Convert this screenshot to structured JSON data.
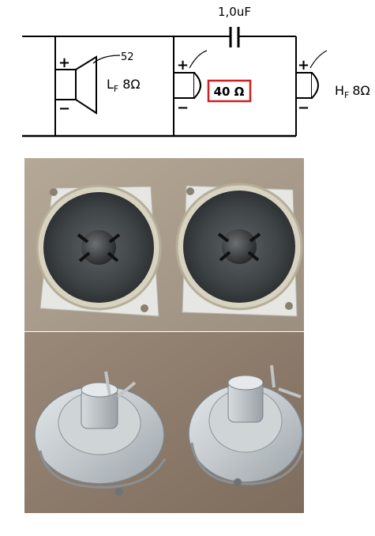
{
  "schematic": {
    "capacitor_label": "1,0uF",
    "woofer": {
      "part_number": "52",
      "label_main": "L",
      "label_sub": "F",
      "impedance": "8Ω",
      "plus": "+",
      "minus": "−"
    },
    "midrange": {
      "impedance": "40 Ω",
      "highlight_color": "#d0201f",
      "plus": "+",
      "minus": "−"
    },
    "tweeter": {
      "label_main": "H",
      "label_sub": "F",
      "impedance": "8Ω",
      "plus": "+",
      "minus": "−"
    }
  },
  "photos": {
    "front": {
      "count": 2,
      "cone_color": "#3f4447",
      "frame_color": "#dcdcd6",
      "background": "#a89c8c"
    },
    "back": {
      "count": 2,
      "metal_color": "#c9ced2",
      "background": "#8d7a6a"
    }
  }
}
